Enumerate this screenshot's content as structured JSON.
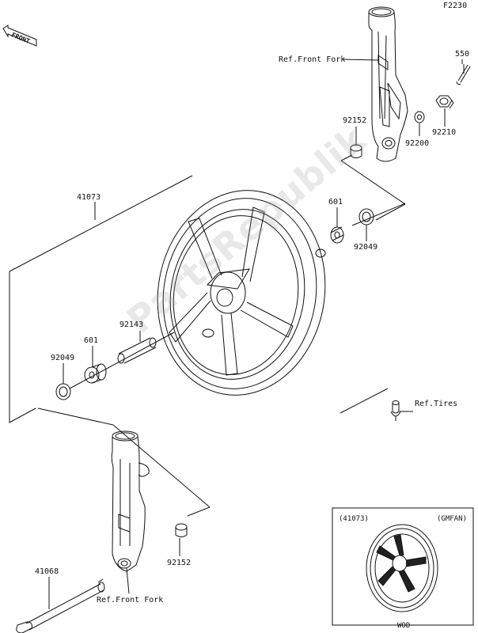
{
  "figure_code": "F2230",
  "front_label": "FRONT",
  "watermark": "PartsRepublik",
  "labels": {
    "ref_front_fork_top": "Ref.Front Fork",
    "p550": "550",
    "p92152_top": "92152",
    "p92210": "92210",
    "p92200": "92200",
    "p41073": "41073",
    "p601_right": "601",
    "p92049_right": "92049",
    "p92143": "92143",
    "p601_left": "601",
    "p92049_left": "92049",
    "ref_tires": "Ref.Tires",
    "p92152_bottom": "92152",
    "p41068": "41068",
    "ref_front_fork_bottom": "Ref.Front Fork"
  },
  "inset": {
    "part_number": "(41073)",
    "color_code": "(GMFAN)",
    "footer": "WOD"
  },
  "colors": {
    "line": "#111111",
    "watermark": "#9a9a9a"
  }
}
